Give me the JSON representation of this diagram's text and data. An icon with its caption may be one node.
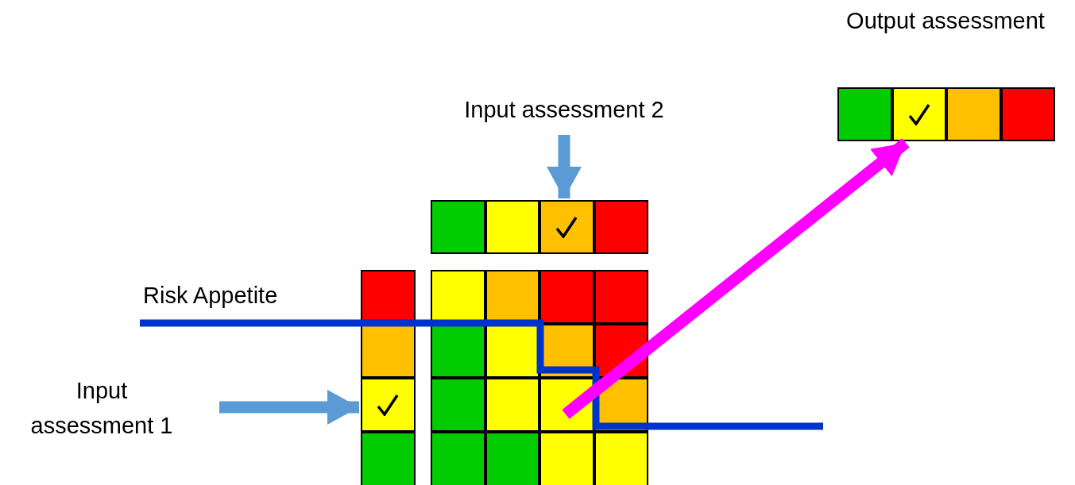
{
  "diagram": {
    "nodes": [
      {
        "text": [
          "Input assessment 1"
        ]
      },
      {
        "text": [
          "Input assessment 2"
        ]
      },
      {
        "text": [],
        "shape": "box"
      },
      {
        "text": [],
        "shape": "box"
      },
      {
        "text": [],
        "shape": "box"
      },
      {
        "text": [],
        "shape": "box"
      }
    ],
    "edges": [
      {
        "from": 0,
        "to": 2,
        "arrow": "to"
      },
      {
        "from": 1,
        "to": 3,
        "arrow": "to"
      },
      {
        "from": 4,
        "to": 5,
        "arrow": "to",
        "color": "#ff00ff"
      }
    ],
    "labels": [
      "Output assessment",
      "Risk Appetite"
    ]
  }
}
